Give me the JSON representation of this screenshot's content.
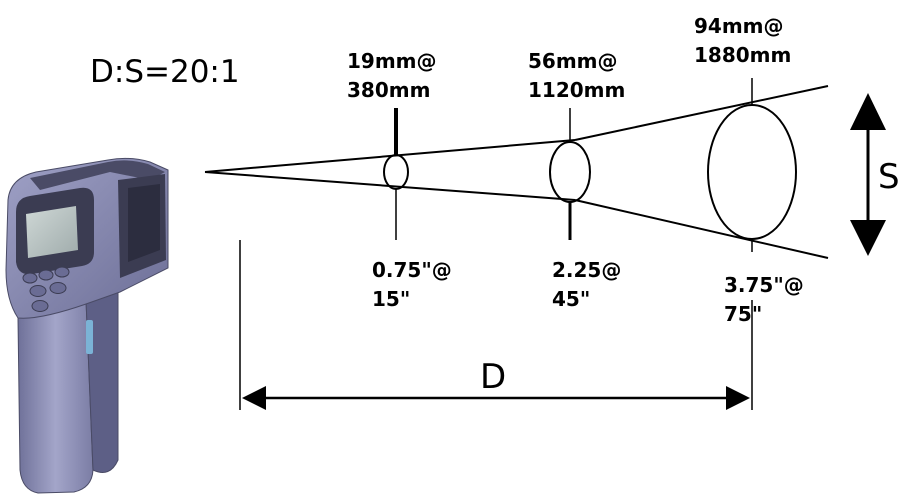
{
  "ratio_label": "D:S=20:1",
  "distance_symbol": "D",
  "spot_symbol": "S",
  "spots": [
    {
      "metric_top": "19mm@",
      "metric_bottom": "380mm",
      "imperial_top": "0.75\"@",
      "imperial_bottom": "15\""
    },
    {
      "metric_top": "56mm@",
      "metric_bottom": "1120mm",
      "imperial_top": "2.25@",
      "imperial_bottom": "45\""
    },
    {
      "metric_top": "94mm@",
      "metric_bottom": "1880mm",
      "imperial_top": "3.75\"@",
      "imperial_bottom": "75\""
    }
  ],
  "colors": {
    "line": "#000000",
    "device_body": "#8e90b8",
    "device_dark": "#3b3c52",
    "device_screen": "#b9c4c4"
  }
}
